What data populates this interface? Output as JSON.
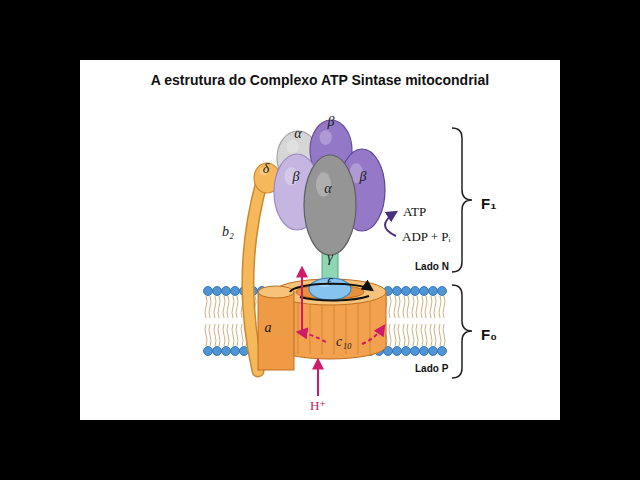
{
  "diagram": {
    "title": "A estrutura do Complexo ATP Sintase mitocondrial",
    "nodes": [
      {
        "text": [
          "α"
        ]
      },
      {
        "text": [
          "β"
        ]
      },
      {
        "text": [
          "β"
        ]
      },
      {
        "text": [
          "α"
        ]
      },
      {
        "text": [
          "β"
        ]
      },
      {
        "text": [
          "δ"
        ]
      },
      {
        "text": [
          "b₂"
        ]
      },
      {
        "text": [
          "γ"
        ]
      },
      {
        "text": [
          "ϵ"
        ]
      },
      {
        "text": [
          "a"
        ]
      },
      {
        "text": [
          "c₁₀"
        ]
      }
    ],
    "labels": [
      "ATP",
      "ADP + Pᵢ",
      "Lado N",
      "Lado P",
      "H⁺",
      "F₁",
      "F₀"
    ]
  }
}
